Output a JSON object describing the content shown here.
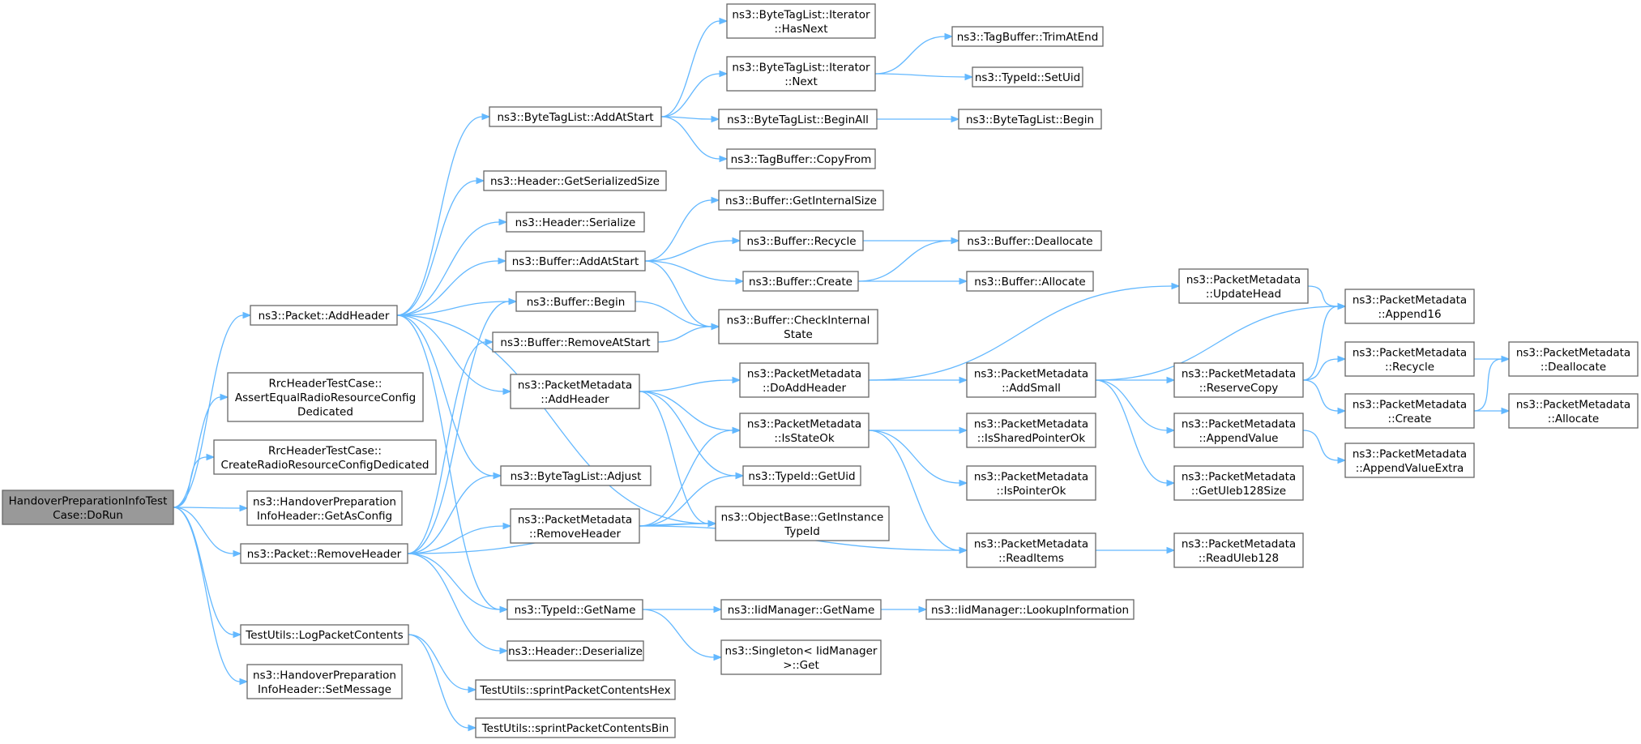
{
  "diagram": {
    "root": "doRun",
    "colors": {
      "edge": "#63b8ff",
      "node_border": "#666666",
      "root_fill": "#999999",
      "node_fill": "#ffffff"
    },
    "nodes": [
      {
        "id": "doRun",
        "lines": [
          "HandoverPreparationInfoTest",
          "Case::DoRun"
        ]
      },
      {
        "id": "addHeader",
        "lines": [
          "ns3::Packet::AddHeader"
        ]
      },
      {
        "id": "assertEqual",
        "lines": [
          "RrcHeaderTestCase::",
          "AssertEqualRadioResourceConfig",
          "Dedicated"
        ]
      },
      {
        "id": "createRadio",
        "lines": [
          "RrcHeaderTestCase::",
          "CreateRadioResourceConfigDedicated"
        ]
      },
      {
        "id": "getAsConfig",
        "lines": [
          "ns3::HandoverPreparation",
          "InfoHeader::GetAsConfig"
        ]
      },
      {
        "id": "removeHeader",
        "lines": [
          "ns3::Packet::RemoveHeader"
        ]
      },
      {
        "id": "logPacket",
        "lines": [
          "TestUtils::LogPacketContents"
        ]
      },
      {
        "id": "setMessage",
        "lines": [
          "ns3::HandoverPreparation",
          "InfoHeader::SetMessage"
        ]
      },
      {
        "id": "btlAddAtStart",
        "lines": [
          "ns3::ByteTagList::AddAtStart"
        ]
      },
      {
        "id": "hdrGetSerSize",
        "lines": [
          "ns3::Header::GetSerializedSize"
        ]
      },
      {
        "id": "hdrSerialize",
        "lines": [
          "ns3::Header::Serialize"
        ]
      },
      {
        "id": "bufAddAtStart",
        "lines": [
          "ns3::Buffer::AddAtStart"
        ]
      },
      {
        "id": "bufBegin",
        "lines": [
          "ns3::Buffer::Begin"
        ]
      },
      {
        "id": "bufRemoveAtStart",
        "lines": [
          "ns3::Buffer::RemoveAtStart"
        ]
      },
      {
        "id": "pmAddHeader",
        "lines": [
          "ns3::PacketMetadata",
          "::AddHeader"
        ]
      },
      {
        "id": "btlAdjust",
        "lines": [
          "ns3::ByteTagList::Adjust"
        ]
      },
      {
        "id": "pmRemoveHeader",
        "lines": [
          "ns3::PacketMetadata",
          "::RemoveHeader"
        ]
      },
      {
        "id": "tidGetName",
        "lines": [
          "ns3::TypeId::GetName"
        ]
      },
      {
        "id": "hdrDeserialize",
        "lines": [
          "ns3::Header::Deserialize"
        ]
      },
      {
        "id": "tuHex",
        "lines": [
          "TestUtils::sprintPacketContentsHex"
        ]
      },
      {
        "id": "tuBin",
        "lines": [
          "TestUtils::sprintPacketContentsBin"
        ]
      },
      {
        "id": "itHasNext",
        "lines": [
          "ns3::ByteTagList::Iterator",
          "::HasNext"
        ]
      },
      {
        "id": "itNext",
        "lines": [
          "ns3::ByteTagList::Iterator",
          "::Next"
        ]
      },
      {
        "id": "btlBeginAll",
        "lines": [
          "ns3::ByteTagList::BeginAll"
        ]
      },
      {
        "id": "tbCopyFrom",
        "lines": [
          "ns3::TagBuffer::CopyFrom"
        ]
      },
      {
        "id": "bufGetInternalSize",
        "lines": [
          "ns3::Buffer::GetInternalSize"
        ]
      },
      {
        "id": "bufRecycle",
        "lines": [
          "ns3::Buffer::Recycle"
        ]
      },
      {
        "id": "bufCreate",
        "lines": [
          "ns3::Buffer::Create"
        ]
      },
      {
        "id": "bufCheckInternal",
        "lines": [
          "ns3::Buffer::CheckInternal",
          "State"
        ]
      },
      {
        "id": "pmDoAddHeader",
        "lines": [
          "ns3::PacketMetadata",
          "::DoAddHeader"
        ]
      },
      {
        "id": "pmIsStateOk",
        "lines": [
          "ns3::PacketMetadata",
          "::IsStateOk"
        ]
      },
      {
        "id": "tidGetUid",
        "lines": [
          "ns3::TypeId::GetUid"
        ]
      },
      {
        "id": "obGetInstance",
        "lines": [
          "ns3::ObjectBase::GetInstance",
          "TypeId"
        ]
      },
      {
        "id": "imGetName",
        "lines": [
          "ns3::IidManager::GetName"
        ]
      },
      {
        "id": "singletonGet",
        "lines": [
          "ns3::Singleton< IidManager",
          ">::Get"
        ]
      },
      {
        "id": "tbTrimAtEnd",
        "lines": [
          "ns3::TagBuffer::TrimAtEnd"
        ]
      },
      {
        "id": "tidSetUid",
        "lines": [
          "ns3::TypeId::SetUid"
        ]
      },
      {
        "id": "btlBegin",
        "lines": [
          "ns3::ByteTagList::Begin"
        ]
      },
      {
        "id": "bufDeallocate",
        "lines": [
          "ns3::Buffer::Deallocate"
        ]
      },
      {
        "id": "bufAllocate",
        "lines": [
          "ns3::Buffer::Allocate"
        ]
      },
      {
        "id": "pmUpdateHead",
        "lines": [
          "ns3::PacketMetadata",
          "::UpdateHead"
        ]
      },
      {
        "id": "pmAddSmall",
        "lines": [
          "ns3::PacketMetadata",
          "::AddSmall"
        ]
      },
      {
        "id": "pmIsSharedPointerOk",
        "lines": [
          "ns3::PacketMetadata",
          "::IsSharedPointerOk"
        ]
      },
      {
        "id": "pmIsPointerOk",
        "lines": [
          "ns3::PacketMetadata",
          "::IsPointerOk"
        ]
      },
      {
        "id": "pmReadItems",
        "lines": [
          "ns3::PacketMetadata",
          "::ReadItems"
        ]
      },
      {
        "id": "imLookup",
        "lines": [
          "ns3::IidManager::LookupInformation"
        ]
      },
      {
        "id": "pmReserveCopy",
        "lines": [
          "ns3::PacketMetadata",
          "::ReserveCopy"
        ]
      },
      {
        "id": "pmAppendValue",
        "lines": [
          "ns3::PacketMetadata",
          "::AppendValue"
        ]
      },
      {
        "id": "pmGetUleb",
        "lines": [
          "ns3::PacketMetadata",
          "::GetUleb128Size"
        ]
      },
      {
        "id": "pmReadUleb",
        "lines": [
          "ns3::PacketMetadata",
          "::ReadUleb128"
        ]
      },
      {
        "id": "pmAppend16",
        "lines": [
          "ns3::PacketMetadata",
          "::Append16"
        ]
      },
      {
        "id": "pmRecycle",
        "lines": [
          "ns3::PacketMetadata",
          "::Recycle"
        ]
      },
      {
        "id": "pmCreate",
        "lines": [
          "ns3::PacketMetadata",
          "::Create"
        ]
      },
      {
        "id": "pmAppendValueExtra",
        "lines": [
          "ns3::PacketMetadata",
          "::AppendValueExtra"
        ]
      },
      {
        "id": "pmDeallocate",
        "lines": [
          "ns3::PacketMetadata",
          "::Deallocate"
        ]
      },
      {
        "id": "pmAllocate",
        "lines": [
          "ns3::PacketMetadata",
          "::Allocate"
        ]
      }
    ],
    "edges": [
      [
        "doRun",
        "addHeader"
      ],
      [
        "doRun",
        "assertEqual"
      ],
      [
        "doRun",
        "createRadio"
      ],
      [
        "doRun",
        "getAsConfig"
      ],
      [
        "doRun",
        "removeHeader"
      ],
      [
        "doRun",
        "logPacket"
      ],
      [
        "doRun",
        "setMessage"
      ],
      [
        "addHeader",
        "btlAddAtStart"
      ],
      [
        "addHeader",
        "hdrGetSerSize"
      ],
      [
        "addHeader",
        "hdrSerialize"
      ],
      [
        "addHeader",
        "bufAddAtStart"
      ],
      [
        "addHeader",
        "bufBegin"
      ],
      [
        "addHeader",
        "pmAddHeader"
      ],
      [
        "addHeader",
        "btlAdjust"
      ],
      [
        "addHeader",
        "tidGetName"
      ],
      [
        "addHeader",
        "obGetInstance"
      ],
      [
        "removeHeader",
        "bufBegin"
      ],
      [
        "removeHeader",
        "bufRemoveAtStart"
      ],
      [
        "removeHeader",
        "btlAdjust"
      ],
      [
        "removeHeader",
        "pmRemoveHeader"
      ],
      [
        "removeHeader",
        "tidGetName"
      ],
      [
        "removeHeader",
        "hdrDeserialize"
      ],
      [
        "removeHeader",
        "obGetInstance"
      ],
      [
        "logPacket",
        "tuHex"
      ],
      [
        "logPacket",
        "tuBin"
      ],
      [
        "btlAddAtStart",
        "itHasNext"
      ],
      [
        "btlAddAtStart",
        "itNext"
      ],
      [
        "btlAddAtStart",
        "btlBeginAll"
      ],
      [
        "btlAddAtStart",
        "tbCopyFrom"
      ],
      [
        "itNext",
        "tbTrimAtEnd"
      ],
      [
        "itNext",
        "tidSetUid"
      ],
      [
        "btlBeginAll",
        "btlBegin"
      ],
      [
        "bufAddAtStart",
        "bufGetInternalSize"
      ],
      [
        "bufAddAtStart",
        "bufRecycle"
      ],
      [
        "bufAddAtStart",
        "bufCreate"
      ],
      [
        "bufAddAtStart",
        "bufCheckInternal"
      ],
      [
        "bufRecycle",
        "bufDeallocate"
      ],
      [
        "bufCreate",
        "bufDeallocate"
      ],
      [
        "bufCreate",
        "bufAllocate"
      ],
      [
        "bufBegin",
        "bufCheckInternal"
      ],
      [
        "bufRemoveAtStart",
        "bufCheckInternal"
      ],
      [
        "pmAddHeader",
        "pmDoAddHeader"
      ],
      [
        "pmAddHeader",
        "pmIsStateOk"
      ],
      [
        "pmAddHeader",
        "tidGetUid"
      ],
      [
        "pmAddHeader",
        "obGetInstance"
      ],
      [
        "pmRemoveHeader",
        "pmIsStateOk"
      ],
      [
        "pmRemoveHeader",
        "tidGetUid"
      ],
      [
        "pmRemoveHeader",
        "obGetInstance"
      ],
      [
        "pmRemoveHeader",
        "pmReadItems"
      ],
      [
        "tidGetName",
        "imGetName"
      ],
      [
        "tidGetName",
        "singletonGet"
      ],
      [
        "imGetName",
        "imLookup"
      ],
      [
        "pmDoAddHeader",
        "pmUpdateHead"
      ],
      [
        "pmDoAddHeader",
        "pmAddSmall"
      ],
      [
        "pmIsStateOk",
        "pmIsSharedPointerOk"
      ],
      [
        "pmIsStateOk",
        "pmIsPointerOk"
      ],
      [
        "pmIsStateOk",
        "pmReadItems"
      ],
      [
        "pmUpdateHead",
        "pmAppend16"
      ],
      [
        "pmAddSmall",
        "pmAppend16"
      ],
      [
        "pmAddSmall",
        "pmReserveCopy"
      ],
      [
        "pmAddSmall",
        "pmAppendValue"
      ],
      [
        "pmAddSmall",
        "pmGetUleb"
      ],
      [
        "pmReserveCopy",
        "pmAppend16"
      ],
      [
        "pmReserveCopy",
        "pmRecycle"
      ],
      [
        "pmReserveCopy",
        "pmCreate"
      ],
      [
        "pmAppendValue",
        "pmAppendValueExtra"
      ],
      [
        "pmRecycle",
        "pmDeallocate"
      ],
      [
        "pmCreate",
        "pmDeallocate"
      ],
      [
        "pmCreate",
        "pmAllocate"
      ],
      [
        "pmReadItems",
        "pmReadUleb"
      ]
    ]
  }
}
